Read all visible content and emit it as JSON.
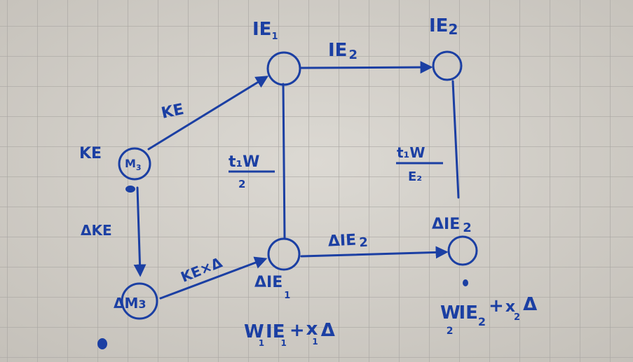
{
  "colors": {
    "paper": "#d2cfc9",
    "grid": "#a9a6a2",
    "ink": "#1b3fa3"
  },
  "nodes": {
    "ie1": {
      "label": "IE",
      "sub": "1"
    },
    "ie2": {
      "label": "IE",
      "sub": "2"
    },
    "ke": {
      "label": "KE",
      "inner": "M",
      "inner_sub": "3"
    },
    "m3": {
      "inner": "M",
      "inner_sub": "3",
      "prefix": "Δ"
    },
    "die1": {
      "label": "ΔIE",
      "sub": "1"
    },
    "die2": {
      "label": "ΔIE",
      "sub": "2"
    }
  },
  "edges": {
    "ke_to_ie1": "KE",
    "ie1_to_ie2": {
      "label": "IE",
      "sub": "2"
    },
    "ke_to_m3": "ΔKE",
    "m3_to_die1": "KE×Δ",
    "die1_to_die2": {
      "label": "ΔIE",
      "sub": "2"
    },
    "ie1_die1": {
      "num": "t₁W",
      "den": "2"
    },
    "ie2_die2": {
      "num": "t₁W",
      "den": "E₂"
    }
  },
  "formulas": {
    "die1": {
      "w": "W",
      "w_sub": "1",
      "ie": "IE",
      "ie_sub": "1",
      "plus": "+",
      "x": "x",
      "x_sub": "1",
      "delta": "Δ"
    },
    "die2": {
      "w": "W",
      "w_sub": "2",
      "ie": "IE",
      "ie_sub": "2",
      "plus": "+",
      "x": "x",
      "x_sub": "2",
      "delta": "Δ"
    }
  }
}
